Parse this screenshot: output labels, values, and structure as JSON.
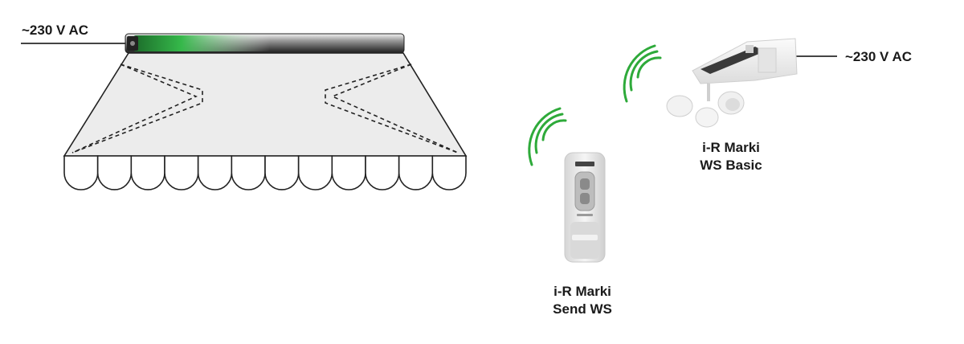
{
  "awning": {
    "power_label": "~230 V AC"
  },
  "remote": {
    "name_line1": "i-R Marki",
    "name_line2": "Send WS"
  },
  "sensor": {
    "name_line1": "i-R Marki",
    "name_line2": "WS Basic",
    "power_label": "~230 V AC"
  },
  "colors": {
    "signal_green": "#2eaa3a",
    "motor_green": "#35b84a",
    "awning_fill": "#ececec",
    "line": "#222222"
  },
  "icons": [
    "awning-icon",
    "tube-motor-icon",
    "remote-control-icon",
    "wind-sun-sensor-icon",
    "radio-signal-icon"
  ]
}
